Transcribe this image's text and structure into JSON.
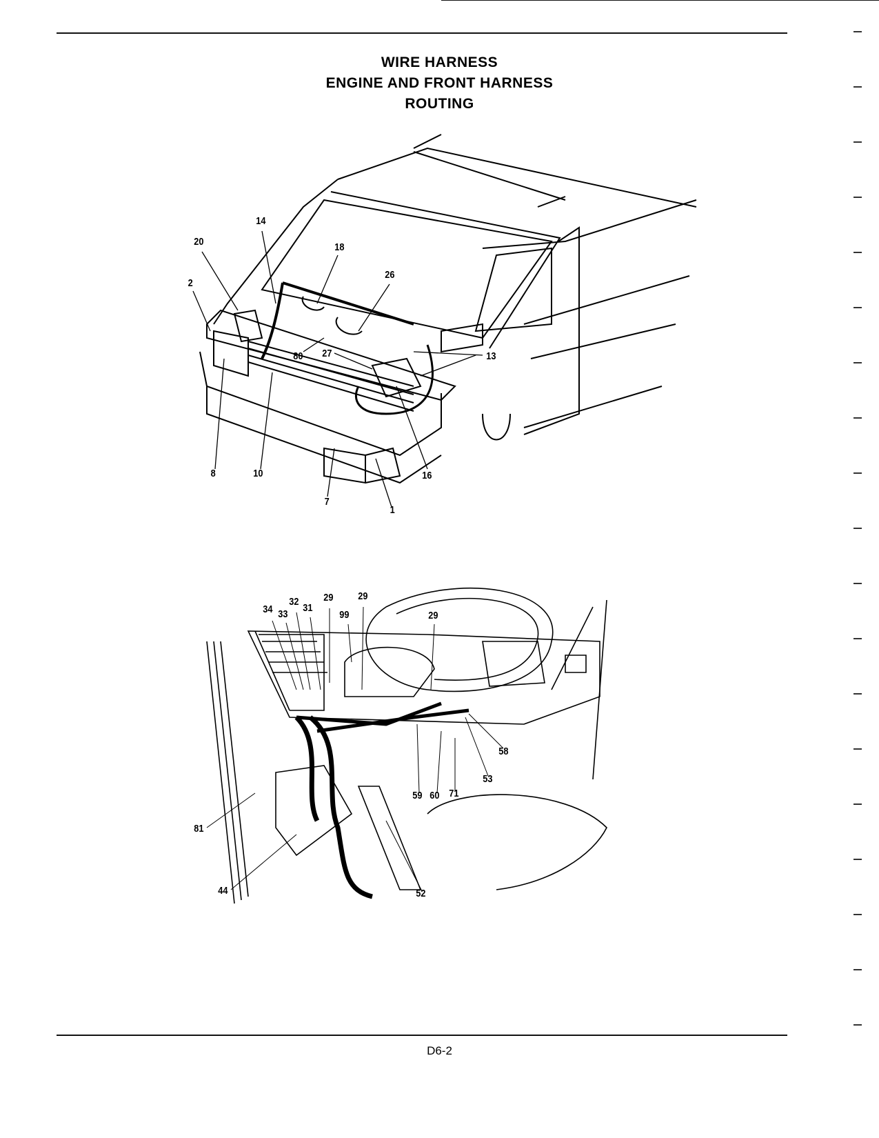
{
  "header": {
    "title_lines": [
      "WIRE HARNESS",
      "ENGINE AND FRONT HARNESS",
      "ROUTING"
    ]
  },
  "figure_top": {
    "callouts": [
      "14",
      "20",
      "18",
      "2",
      "26",
      "80",
      "27",
      "13",
      "8",
      "10",
      "16",
      "7",
      "1"
    ]
  },
  "figure_bottom": {
    "callouts": [
      "34",
      "33",
      "32",
      "31",
      "29",
      "29",
      "99",
      "29",
      "58",
      "53",
      "59",
      "60",
      "71",
      "81",
      "44",
      "52"
    ]
  },
  "footer": {
    "page_number": "D6-2"
  }
}
